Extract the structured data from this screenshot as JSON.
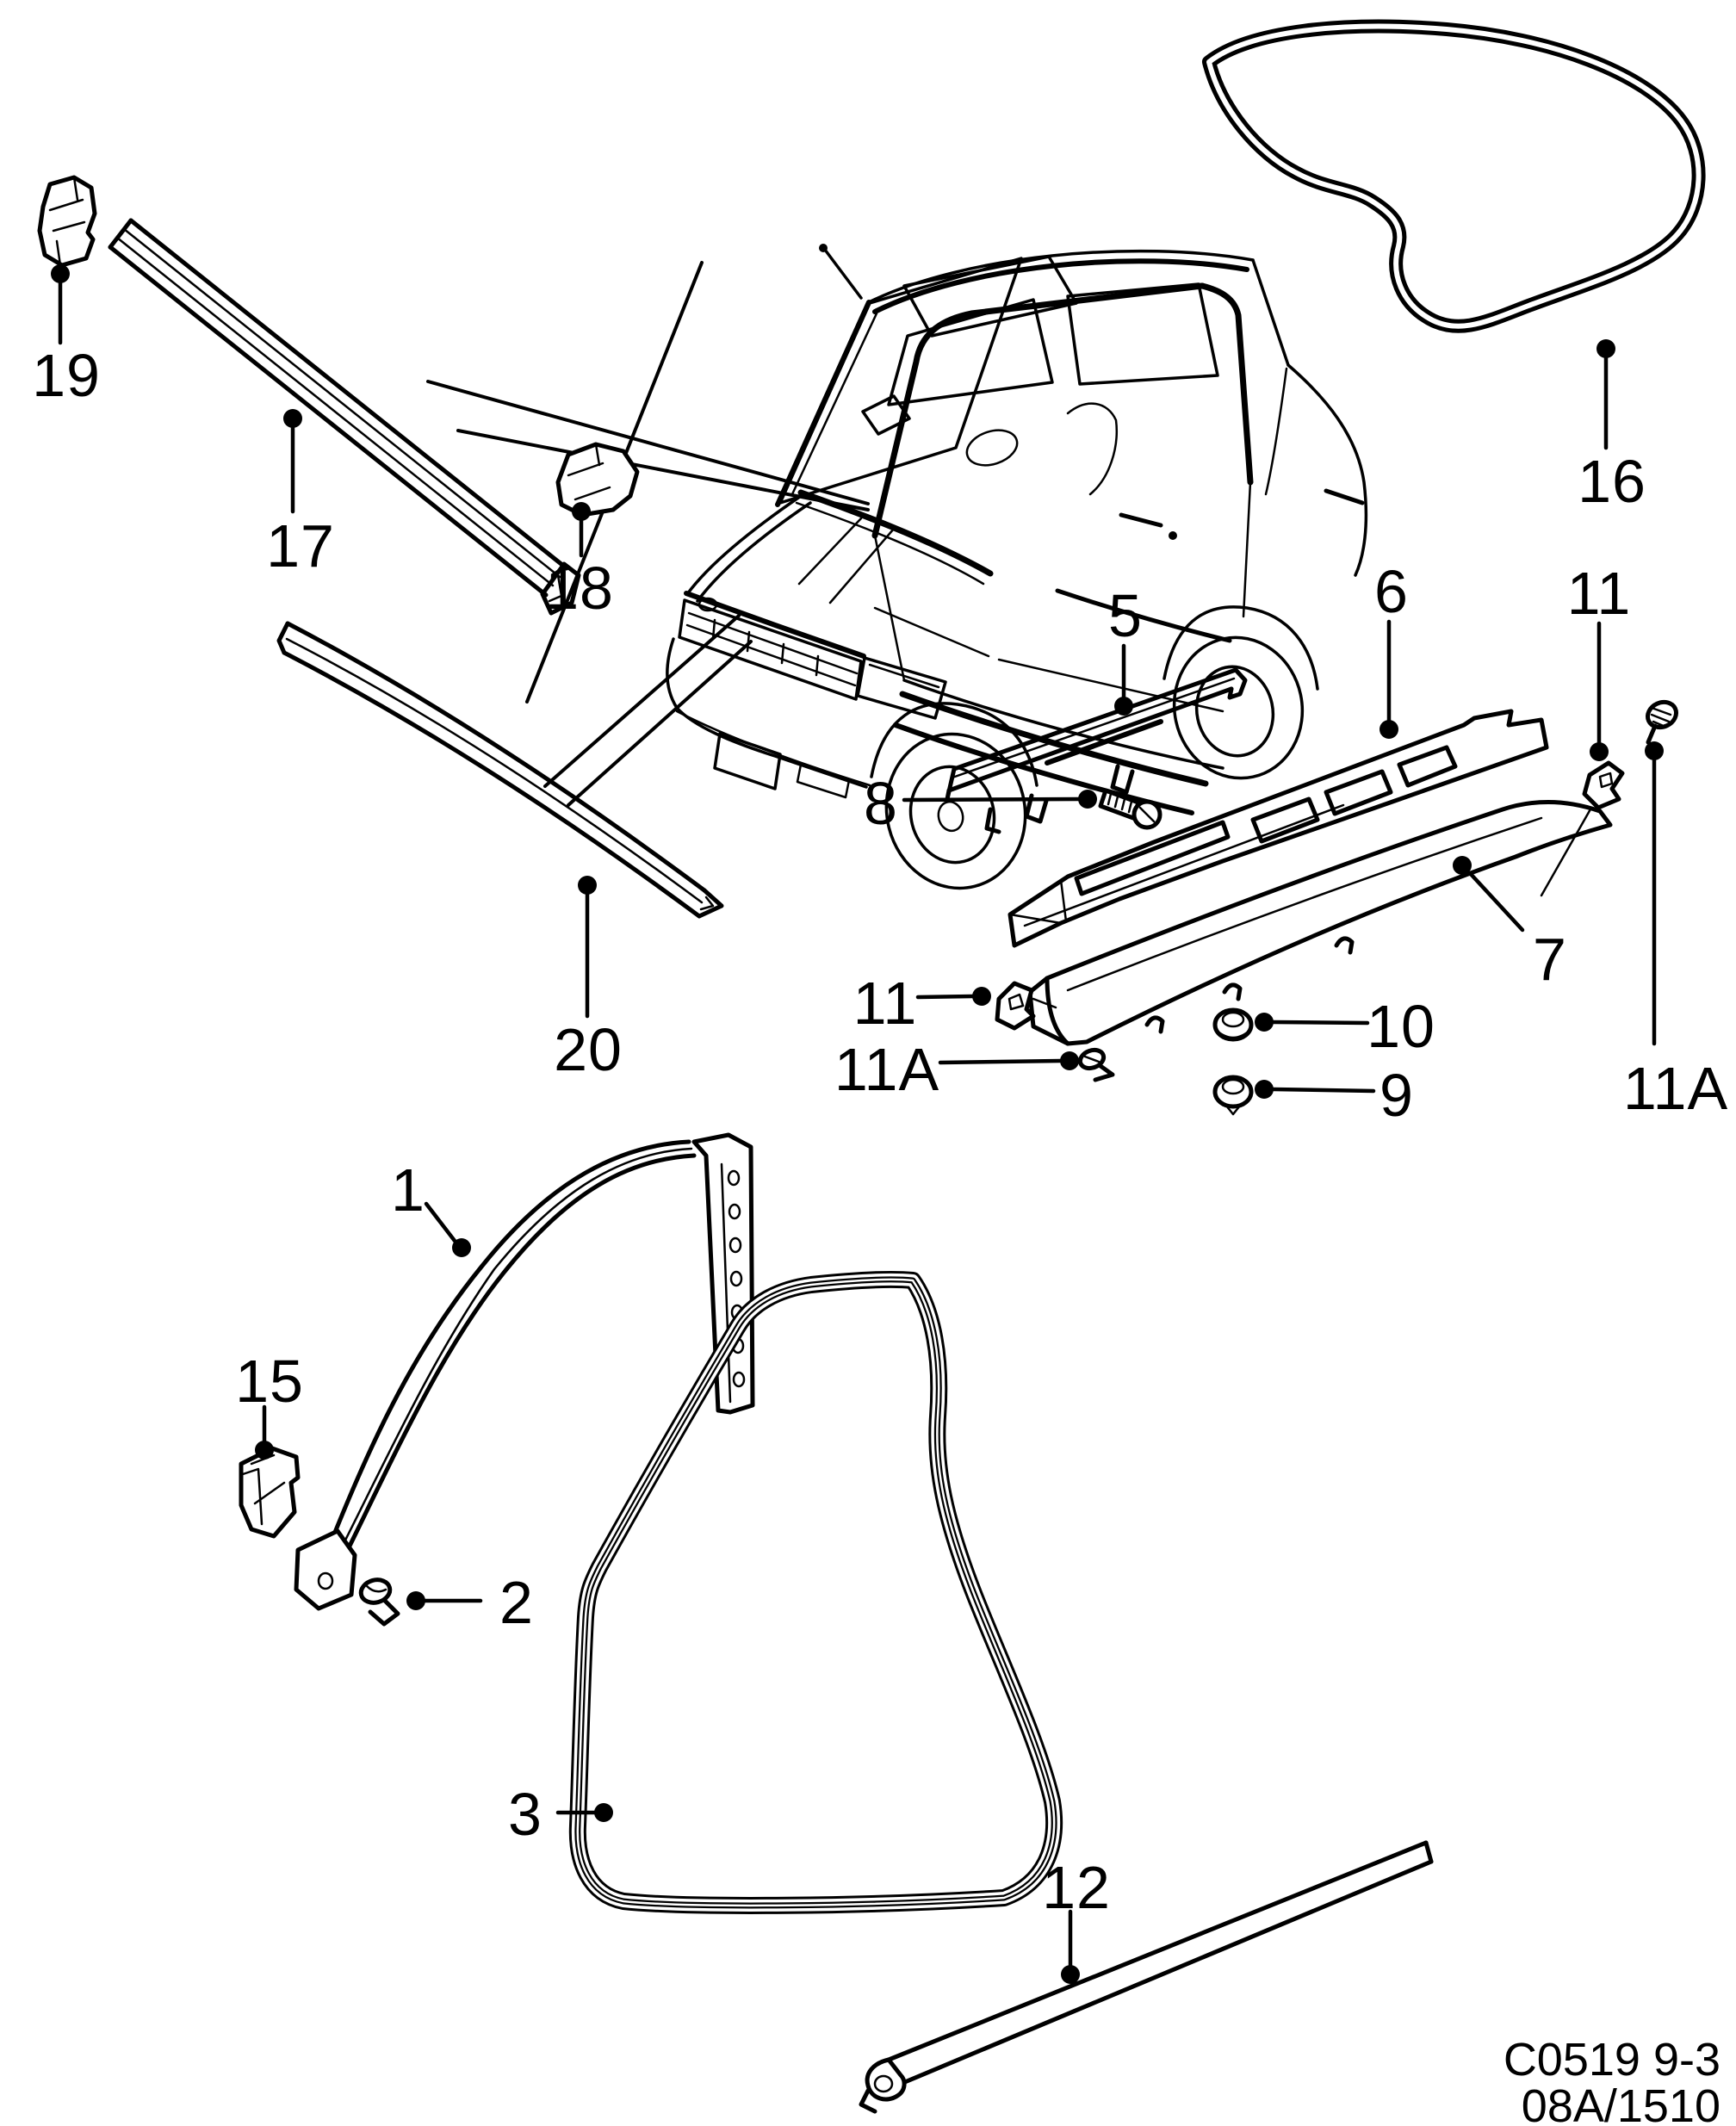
{
  "diagram": {
    "type": "exploded-parts-diagram",
    "subject": "car body sealing strips and mouldings",
    "colors": {
      "ink": "#000000",
      "paper": "#ffffff"
    },
    "callouts": [
      {
        "id": "19",
        "label": "19"
      },
      {
        "id": "17",
        "label": "17"
      },
      {
        "id": "18",
        "label": "18"
      },
      {
        "id": "20",
        "label": "20"
      },
      {
        "id": "16",
        "label": "16"
      },
      {
        "id": "5",
        "label": "5"
      },
      {
        "id": "6",
        "label": "6"
      },
      {
        "id": "11-top",
        "label": "11"
      },
      {
        "id": "11a-right",
        "label": "11A"
      },
      {
        "id": "8",
        "label": "8"
      },
      {
        "id": "7",
        "label": "7"
      },
      {
        "id": "11-left",
        "label": "11"
      },
      {
        "id": "11a-left",
        "label": "11A"
      },
      {
        "id": "10",
        "label": "10"
      },
      {
        "id": "9",
        "label": "9"
      },
      {
        "id": "1",
        "label": "1"
      },
      {
        "id": "15",
        "label": "15"
      },
      {
        "id": "2",
        "label": "2"
      },
      {
        "id": "3",
        "label": "3"
      },
      {
        "id": "12",
        "label": "12"
      }
    ],
    "footer": {
      "drawing_code": "C0519 9-3",
      "page_code": "08A/1510"
    }
  }
}
